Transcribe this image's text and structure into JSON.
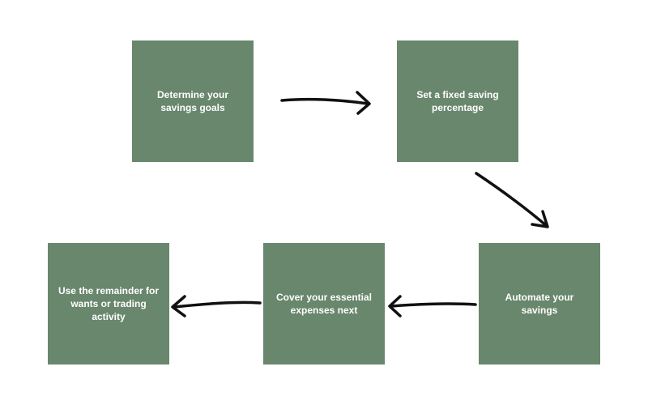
{
  "colors": {
    "box_fill": "#68876c",
    "box_text": "#ffffff",
    "arrow": "#111111",
    "background": "#ffffff"
  },
  "steps": [
    {
      "id": "step-1",
      "label": "Determine your savings goals"
    },
    {
      "id": "step-2",
      "label": "Set a fixed saving percentage"
    },
    {
      "id": "step-3",
      "label": "Automate your savings"
    },
    {
      "id": "step-4",
      "label": "Cover your essential expenses next"
    },
    {
      "id": "step-5",
      "label": "Use the remainder for wants or trading activity"
    }
  ],
  "connections": [
    {
      "from": "step-1",
      "to": "step-2"
    },
    {
      "from": "step-2",
      "to": "step-3"
    },
    {
      "from": "step-3",
      "to": "step-4"
    },
    {
      "from": "step-4",
      "to": "step-5"
    }
  ]
}
